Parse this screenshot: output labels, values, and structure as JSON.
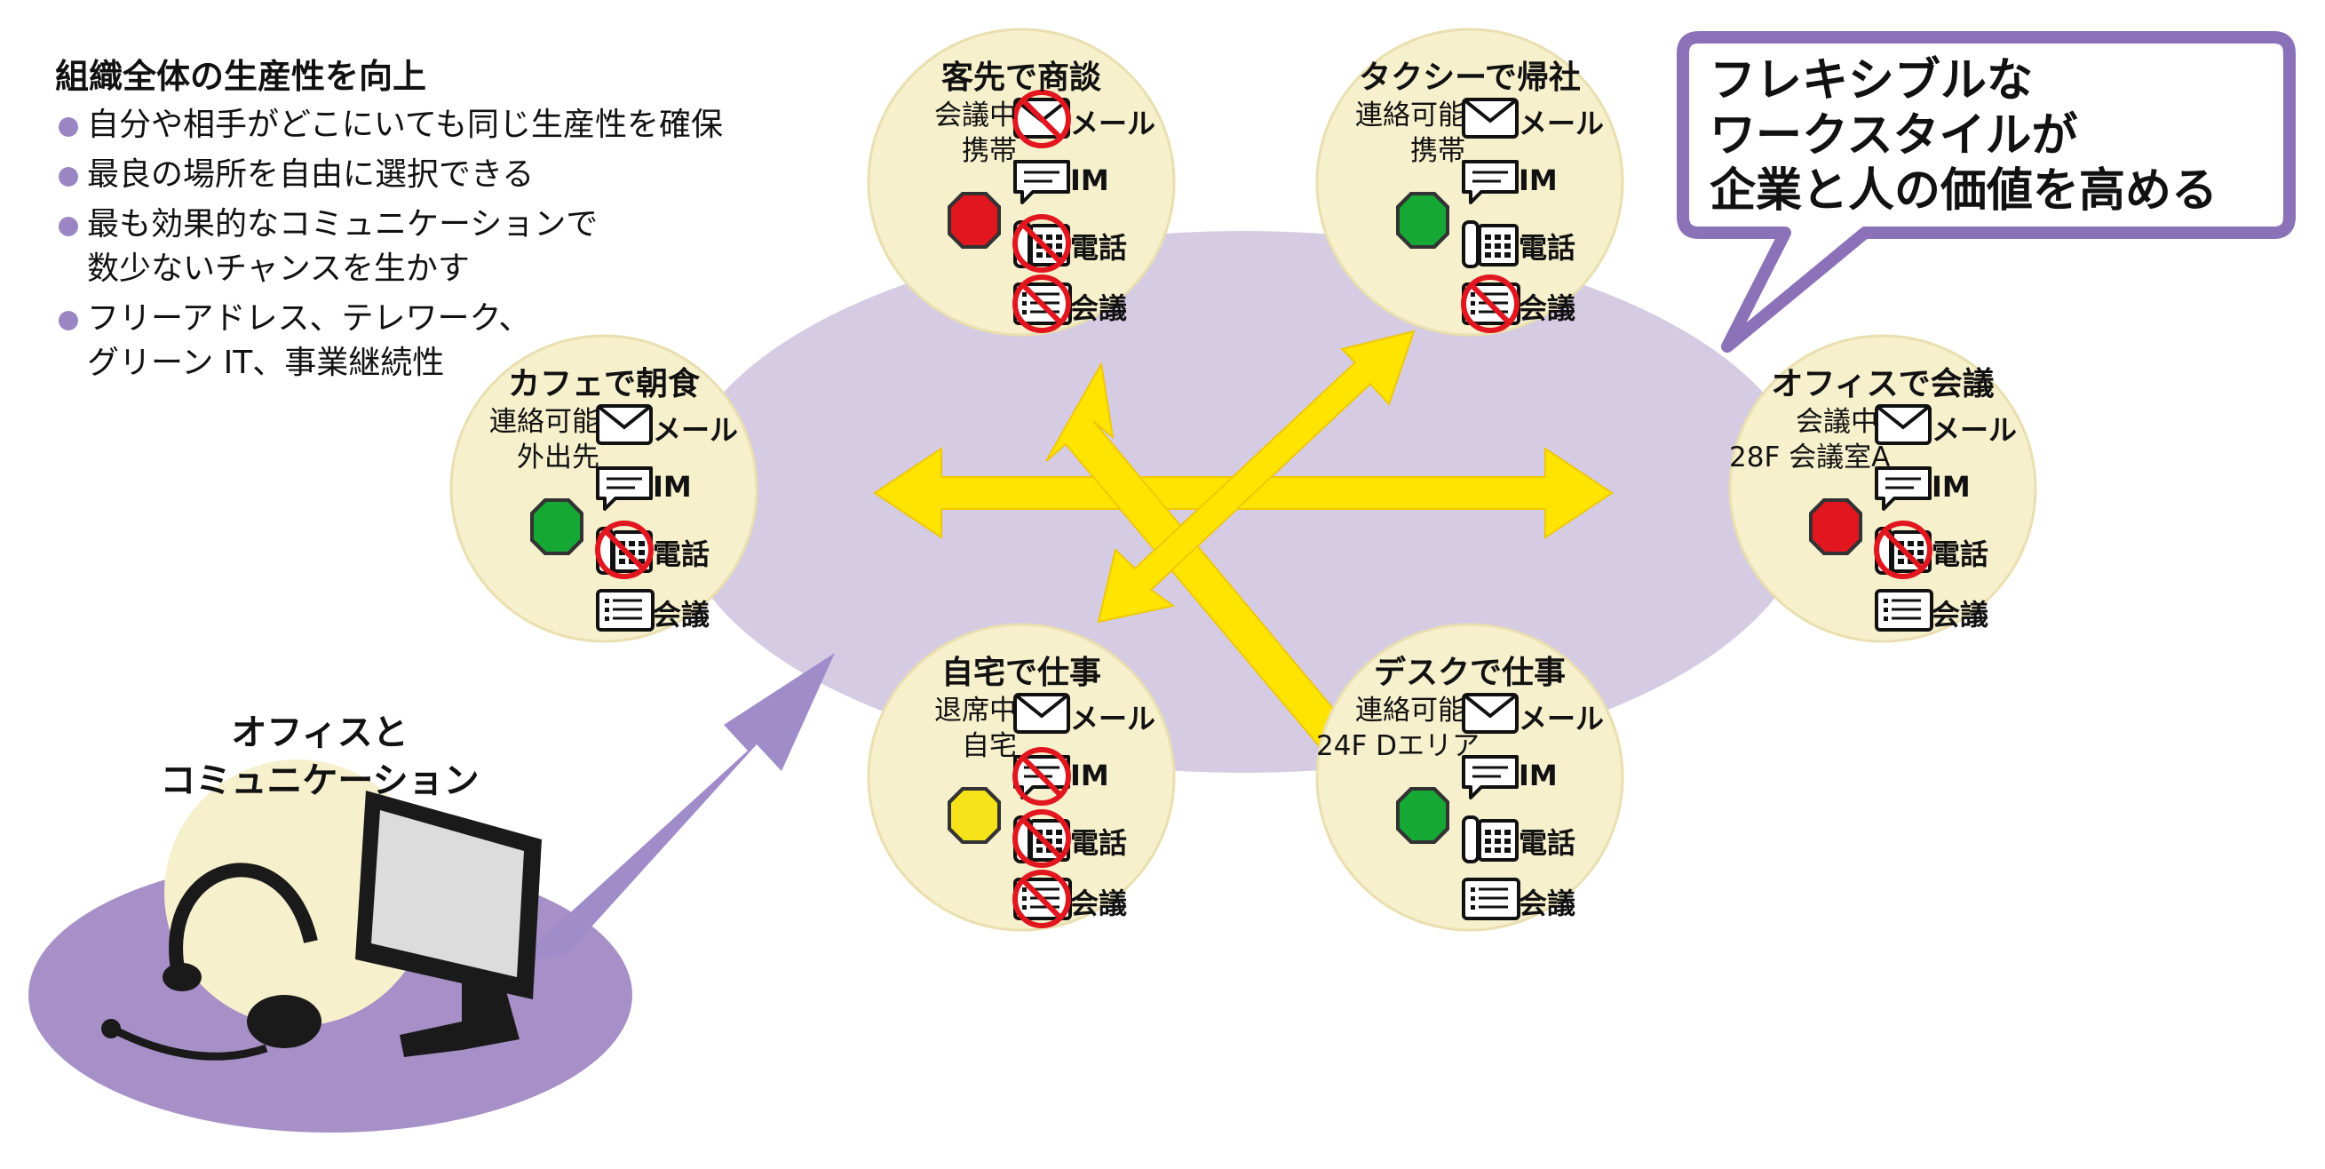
{
  "intro": {
    "title": "組織全体の生産性を向上",
    "bullets": [
      [
        "自分や相手がどこにいても同じ生産性を確保"
      ],
      [
        "最良の場所を自由に選択できる"
      ],
      [
        "最も効果的なコミュニケーションで",
        "数少ないチャンスを生かす"
      ],
      [
        "フリーアドレス、テレワーク、",
        "グリーン IT、事業継続性"
      ]
    ]
  },
  "callout": {
    "lines": [
      "フレキシブルな",
      "ワークスタイルが",
      "企業と人の価値を高める"
    ]
  },
  "office": {
    "lines": [
      "オフィスと",
      "コミュニケーション"
    ]
  },
  "channel_labels": [
    "メール",
    "IM",
    "電話",
    "会議"
  ],
  "colors": {
    "hub": "#d5cbe3",
    "arrow_purple": "#a08cc8",
    "arrow_yellow": "#ffe400",
    "node_fill": "#f6f0cd",
    "red": "#e2161e",
    "green": "#16a835",
    "yellow": "#f7e31a",
    "callout_border": "#8b72b8"
  },
  "nodes": [
    {
      "id": "client",
      "title": "客先で商談",
      "status": [
        "会議中",
        "携帯"
      ],
      "light": "red",
      "blocked": [
        true,
        false,
        true,
        true
      ]
    },
    {
      "id": "taxi",
      "title": "タクシーで帰社",
      "status": [
        "連絡可能",
        "携帯"
      ],
      "light": "green",
      "blocked": [
        false,
        false,
        false,
        true
      ]
    },
    {
      "id": "cafe",
      "title": "カフェで朝食",
      "status": [
        "連絡可能",
        "外出先"
      ],
      "light": "green",
      "blocked": [
        false,
        false,
        true,
        false
      ]
    },
    {
      "id": "meeting",
      "title": "オフィスで会議",
      "status": [
        "会議中",
        "28F 会議室A"
      ],
      "light": "red",
      "blocked": [
        false,
        false,
        true,
        false
      ]
    },
    {
      "id": "home",
      "title": "自宅で仕事",
      "status": [
        "退席中",
        "自宅"
      ],
      "light": "yellow",
      "blocked": [
        false,
        true,
        true,
        true
      ]
    },
    {
      "id": "desk",
      "title": "デスクで仕事",
      "status": [
        "連絡可能",
        "24F Dエリア"
      ],
      "light": "green",
      "blocked": [
        false,
        false,
        false,
        false
      ]
    }
  ]
}
